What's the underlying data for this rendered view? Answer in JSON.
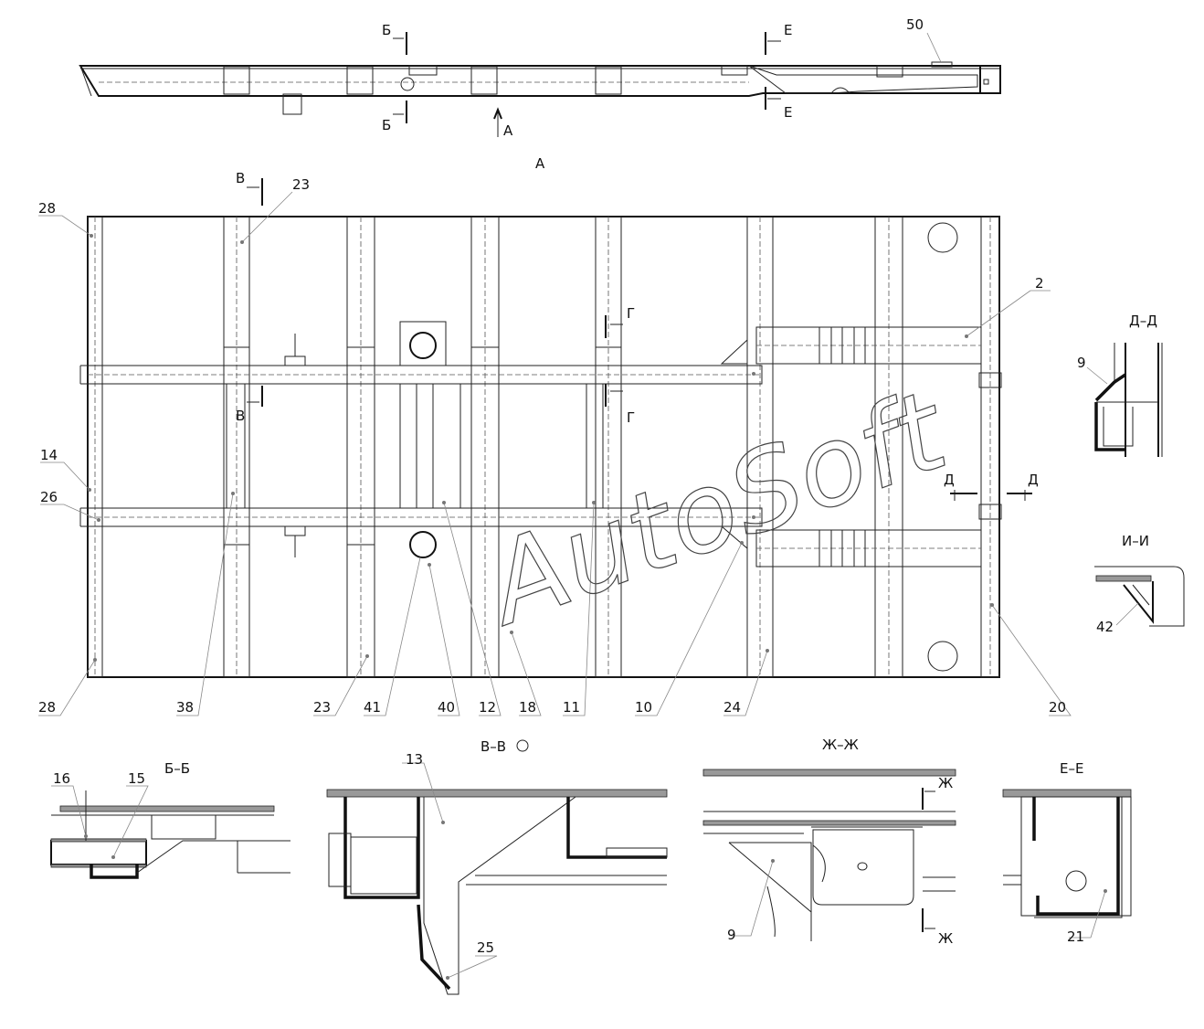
{
  "views": {
    "dd": "Д–Д",
    "ii": "И–И",
    "bb": "Б–Б",
    "vv": "В–В",
    "zhzh": "Ж–Ж",
    "ee": "Е–Е",
    "arrow_a": "А"
  },
  "section_marks": {
    "b": "Б",
    "e": "Е",
    "a": "А",
    "v": "В",
    "g": "Г",
    "d": "Д",
    "zh": "Ж"
  },
  "part_numbers": {
    "p50": "50",
    "p23": "23",
    "p28": "28",
    "p2": "2",
    "p14": "14",
    "p26": "26",
    "p38": "38",
    "p41": "41",
    "p40": "40",
    "p12": "12",
    "p18": "18",
    "p11": "11",
    "p10": "10",
    "p24": "24",
    "p20": "20",
    "p9": "9",
    "p42": "42",
    "p16": "16",
    "p15": "15",
    "p13": "13",
    "p25": "25",
    "p21": "21"
  },
  "watermark": "AutoSoft"
}
